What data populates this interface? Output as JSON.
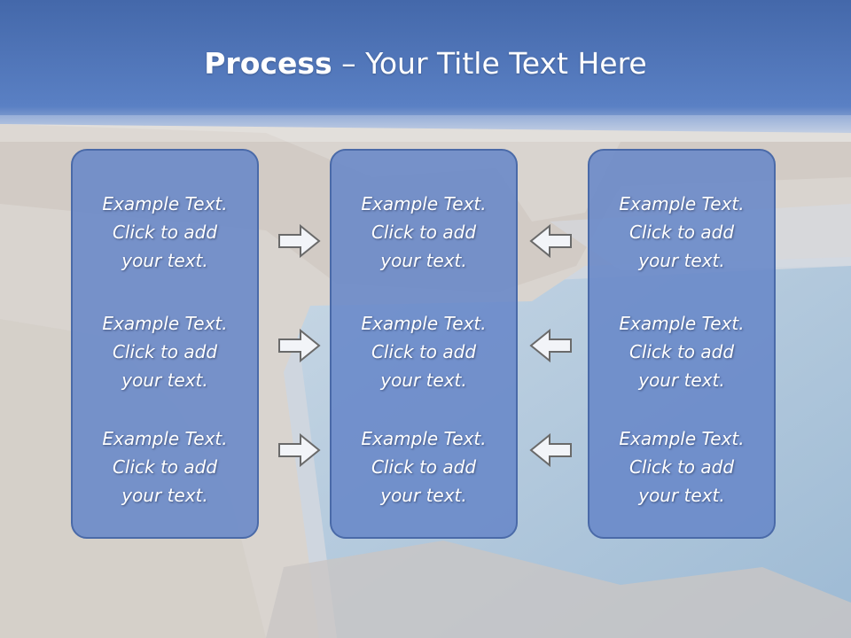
{
  "title": {
    "bold": "Process",
    "rest": " – Your Title Text Here"
  },
  "columns": [
    {
      "items": [
        {
          "l1": "Example Text.",
          "l2": "Click  to add",
          "l3": "your text."
        },
        {
          "l1": "Example Text.",
          "l2": "Click  to add",
          "l3": "your text."
        },
        {
          "l1": "Example Text.",
          "l2": "Click  to add",
          "l3": "your text."
        }
      ]
    },
    {
      "items": [
        {
          "l1": "Example Text.",
          "l2": "Click  to add",
          "l3": "your text."
        },
        {
          "l1": "Example Text.",
          "l2": "Click  to add",
          "l3": "your text."
        },
        {
          "l1": "Example Text.",
          "l2": "Click  to add",
          "l3": "your text."
        }
      ]
    },
    {
      "items": [
        {
          "l1": "Example Text.",
          "l2": "Click  to add",
          "l3": "your text."
        },
        {
          "l1": "Example Text.",
          "l2": "Click  to add",
          "l3": "your text."
        },
        {
          "l1": "Example Text.",
          "l2": "Click  to add",
          "l3": "your text."
        }
      ]
    }
  ],
  "arrows": {
    "left_group": "right-arrow-icon",
    "right_group": "left-arrow-icon"
  }
}
